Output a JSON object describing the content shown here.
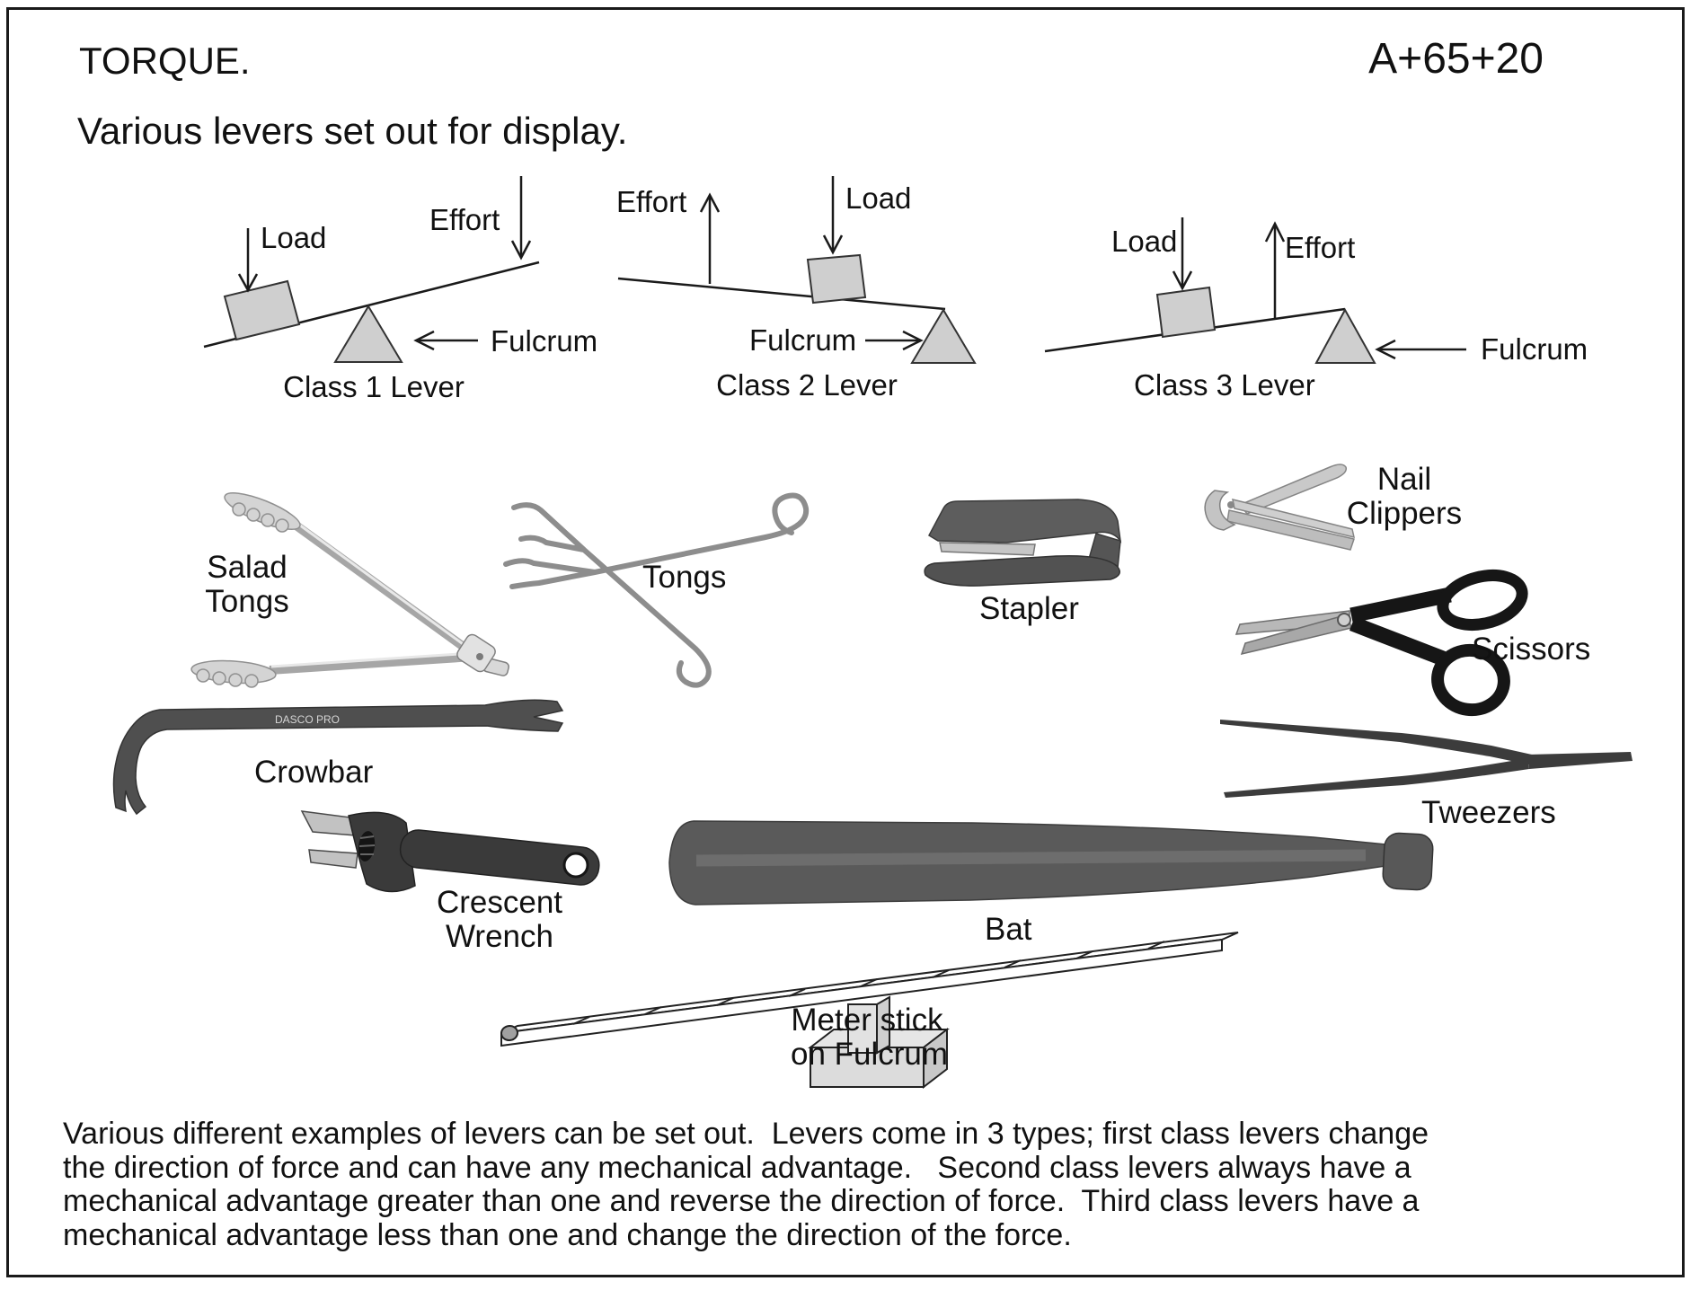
{
  "header": {
    "title": "TORQUE.",
    "code": "A+65+20",
    "subtitle": "Various levers set out for display."
  },
  "levers": [
    {
      "caption": "Class 1 Lever",
      "load": "Load",
      "effort": "Effort",
      "fulcrum": "Fulcrum"
    },
    {
      "caption": "Class 2 Lever",
      "load": "Load",
      "effort": "Effort",
      "fulcrum": "Fulcrum"
    },
    {
      "caption": "Class 3 Lever",
      "load": "Load",
      "effort": "Effort",
      "fulcrum": "Fulcrum"
    }
  ],
  "tools": {
    "salad_tongs": {
      "line1": "Salad",
      "line2": "Tongs"
    },
    "tongs": {
      "label": "Tongs"
    },
    "stapler": {
      "label": "Stapler"
    },
    "nail_clippers": {
      "line1": "Nail",
      "line2": "Clippers"
    },
    "scissors": {
      "label": "Scissors"
    },
    "crowbar": {
      "label": "Crowbar",
      "brand": "DASCO PRO"
    },
    "tweezers": {
      "label": "Tweezers"
    },
    "crescent_wrench": {
      "line1": "Crescent",
      "line2": "Wrench"
    },
    "bat": {
      "label": "Bat"
    },
    "meter_stick": {
      "line1": "Meter stick",
      "line2": "on Fulcrum"
    }
  },
  "paragraph": {
    "line1": "Various different examples of levers can be set out.  Levers come in 3 types; first class levers change",
    "line2": "the direction of force and can have any mechanical advantage.   Second class levers always have a",
    "line3": "mechanical advantage greater than one and reverse the direction of force.  Third class levers have a",
    "line4": "mechanical advantage less than one and change the direction of the force."
  },
  "colors": {
    "shape_fill": "#cfcfcf",
    "line": "#1a1a1a"
  }
}
